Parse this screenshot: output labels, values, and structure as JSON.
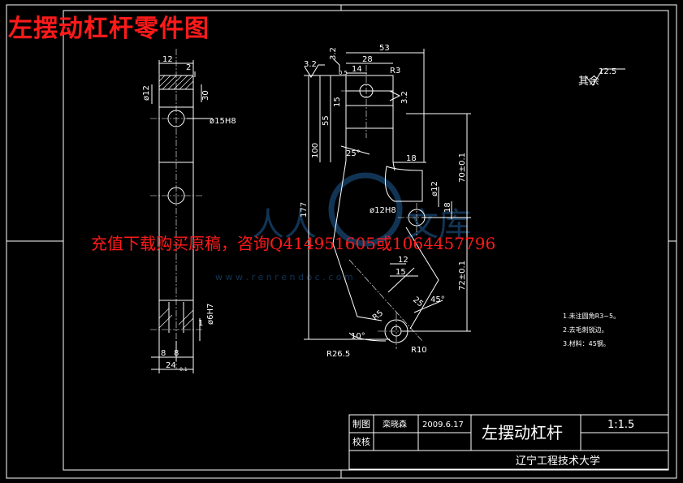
{
  "banner_title": "左摆动杠杆零件图",
  "promo_text": "充值下载购买原稿，咨询Q414951605或1064457796",
  "watermark": {
    "sub": "w w w . r e n r e n d o c . c o m"
  },
  "left_view": {
    "dims": {
      "w12": "12",
      "w2": "2",
      "d12": "ø12",
      "d15h8": "ø15H8",
      "t30": "30",
      "d6h7": "ø6H7",
      "w1": "1",
      "w8a": "8",
      "w8b": "8",
      "w24": "24",
      "tol": "-0.1"
    }
  },
  "main_view": {
    "dims": {
      "d53": "53",
      "d28": "28",
      "d14": "14",
      "r3": "R3",
      "r05": "0.5",
      "rough32a": "3.2",
      "rough32b": "3.2",
      "rough32c": "3.2",
      "d15": "15",
      "d55": "55",
      "d100": "100",
      "d177": "177",
      "a25": "25°",
      "d18": "18",
      "d70": "70±0.1",
      "d12": "ø12",
      "d18b": "18",
      "d12h8": "ø12H8",
      "d12b": "12",
      "d15b": "15",
      "d72": "72±0.1",
      "d25": "25",
      "a45": "45°",
      "r5": "R5",
      "a10": "10°",
      "r265": "R26.5",
      "r10": "R10"
    }
  },
  "roughness": {
    "value": "12.5",
    "label": "其余"
  },
  "notes": [
    "1.未注圆角R3~5。",
    "2.去毛刺锐边。",
    "3.材料：45钢。"
  ],
  "title_block": {
    "drawn_label": "制图",
    "drawn_name": "栾晓森",
    "date": "2009.6.17",
    "check_label": "校核",
    "part_name": "左摆动杠杆",
    "scale": "1:1.5",
    "school": "辽宁工程技术大学"
  }
}
